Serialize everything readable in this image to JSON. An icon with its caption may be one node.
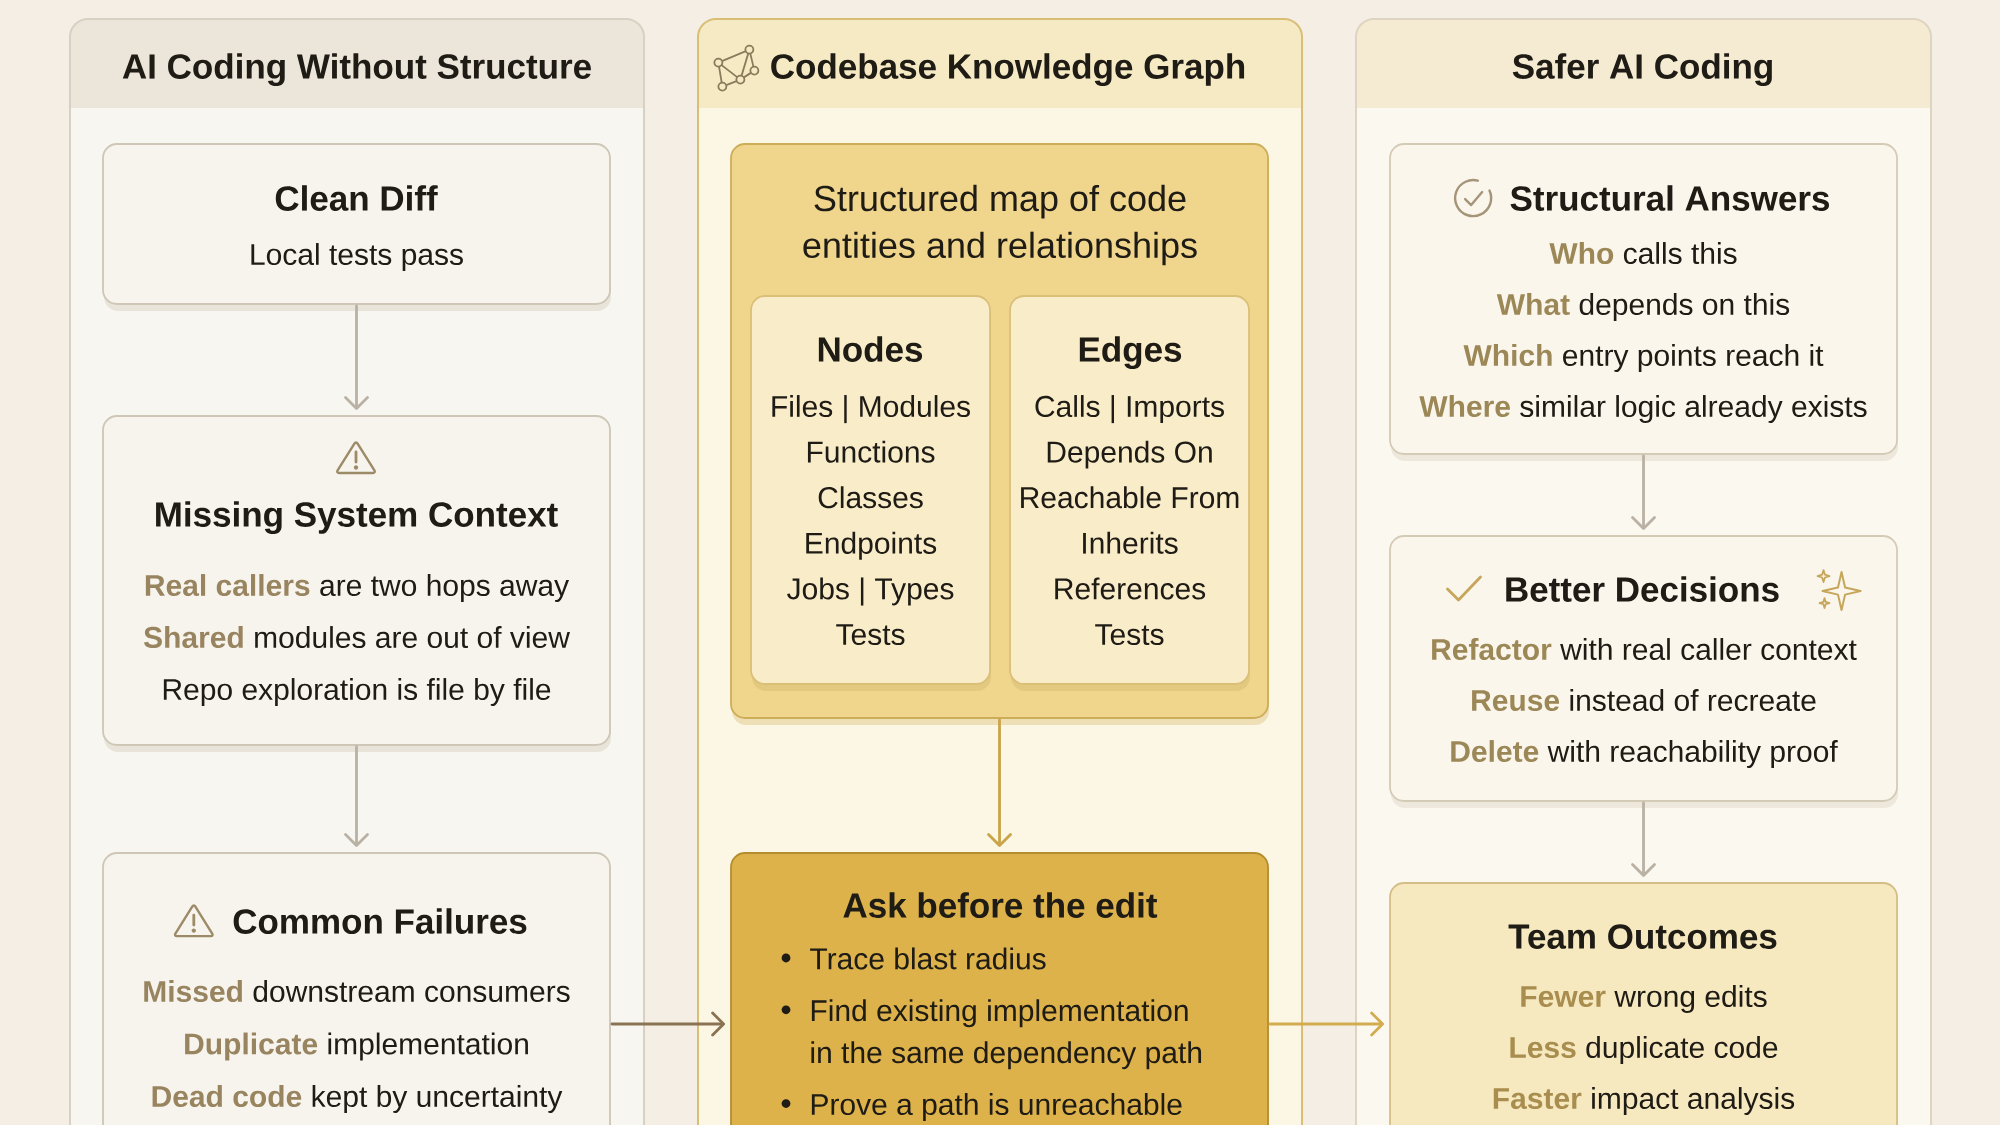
{
  "diagram": {
    "nodes": [
      {
        "text": [
          "AI Coding Without Structure"
        ]
      },
      {
        "text": [
          "Clean Diff",
          "Local tests pass"
        ],
        "in": 0
      },
      {
        "text": [
          "Missing System Context",
          "**Real callers** are two hops away",
          "**Shared** modules are out of view",
          "Repo exploration is file by file"
        ],
        "in": 0
      },
      {
        "text": [
          "Common Failures",
          "**Missed** downstream consumers",
          "**Duplicate** implementation",
          "**Dead code** kept by uncertainty"
        ],
        "in": 0
      },
      {
        "text": [
          "Codebase Knowledge Graph"
        ]
      },
      {
        "text": [
          "Structured map of code entities and relationships"
        ],
        "in": 4
      },
      {
        "text": [
          "Nodes",
          "Files | Modules",
          "Functions",
          "Classes",
          "Endpoints",
          "Jobs | Types",
          "Tests"
        ],
        "in": 5
      },
      {
        "text": [
          "Edges",
          "Calls | Imports",
          "Depends On",
          "Reachable From",
          "Inherits",
          "References",
          "Tests"
        ],
        "in": 5
      },
      {
        "text": [
          "Ask before the edit",
          "Trace blast radius",
          "Find existing implementation in the same dependency path",
          "Prove a path is unreachable"
        ],
        "in": 4
      },
      {
        "text": [
          "Safer AI Coding"
        ]
      },
      {
        "text": [
          "Structural Answers",
          "**Who** calls this",
          "**What** depends on this",
          "**Which** entry points reach it",
          "**Where** similar logic already exists"
        ],
        "in": 9
      },
      {
        "text": [
          "Better Decisions",
          "**Refactor** with real caller context",
          "**Reuse** instead of recreate",
          "**Delete** with reachability proof"
        ],
        "in": 9
      },
      {
        "text": [
          "Team Outcomes",
          "**Fewer** wrong edits",
          "**Less** duplicate code",
          "**Faster** impact analysis"
        ],
        "in": 9
      }
    ],
    "edges": [
      {
        "from": 1,
        "to": 2,
        "arrow": "to"
      },
      {
        "from": 2,
        "to": 3,
        "arrow": "to"
      },
      {
        "from": 5,
        "to": 8,
        "arrow": "to",
        "color": "#c9a449"
      },
      {
        "from": 3,
        "to": 8,
        "arrow": "to",
        "color": "#8a7352"
      },
      {
        "from": 8,
        "to": 12,
        "arrow": "to",
        "color": "#d2ac4f"
      },
      {
        "from": 10,
        "to": 11,
        "arrow": "to"
      },
      {
        "from": 11,
        "to": 12,
        "arrow": "to"
      }
    ]
  }
}
